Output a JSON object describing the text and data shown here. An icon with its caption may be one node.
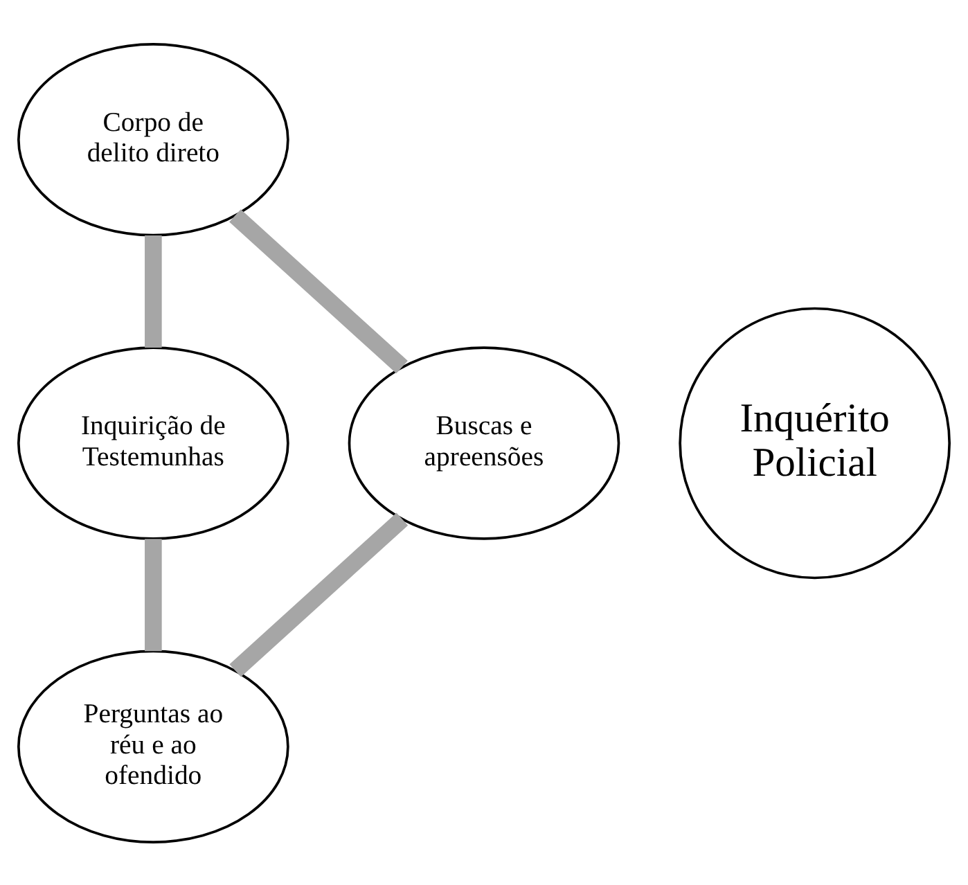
{
  "diagram": {
    "nodes": [
      {
        "text": [
          "Corpo de delito direto"
        ]
      },
      {
        "text": [
          "Buscas e apreensões"
        ]
      },
      {
        "text": [
          "Inquérito Policial"
        ]
      },
      {
        "text": [
          "Inquirição de Testemunhas"
        ]
      },
      {
        "text": [
          "Perguntas ao réu e ao ofendido"
        ]
      }
    ],
    "edges": [
      {
        "from": 0,
        "to": 3,
        "arrow": "none"
      },
      {
        "from": 3,
        "to": 4,
        "arrow": "none"
      },
      {
        "from": 4,
        "to": 1,
        "arrow": "none"
      },
      {
        "from": 1,
        "to": 0,
        "arrow": "none"
      }
    ]
  }
}
